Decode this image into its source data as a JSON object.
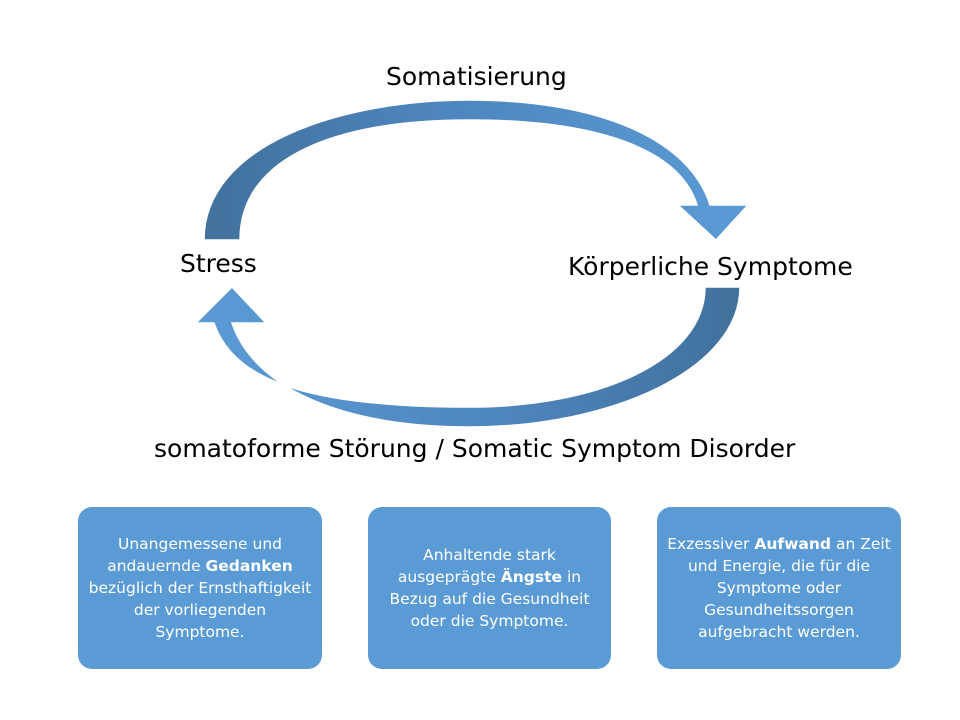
{
  "cycle": {
    "top_label": "Somatisierung",
    "left_label": "Stress",
    "right_label": "Körperliche Symptome",
    "bottom_label": "somatoforme Störung / Somatic Symptom Disorder"
  },
  "colors": {
    "arrow_light": "#5b9bd5",
    "arrow_dark": "#41719c",
    "box_fill": "#5b9bd5",
    "box_text": "#ffffff"
  },
  "boxes": [
    {
      "pre": "Unangemessene und andauernde ",
      "bold": "Gedanken",
      "post": " bezüglich der Ernsthaftigkeit der vorliegenden Symptome."
    },
    {
      "pre": "Anhaltende stark ausgeprägte ",
      "bold": "Ängste",
      "post": " in Bezug auf die Gesundheit oder die Symptome."
    },
    {
      "pre": "Exzessiver ",
      "bold": "Aufwand",
      "post": " an Zeit und Energie, die für die Symptome oder Gesundheitssorgen aufgebracht werden."
    }
  ]
}
